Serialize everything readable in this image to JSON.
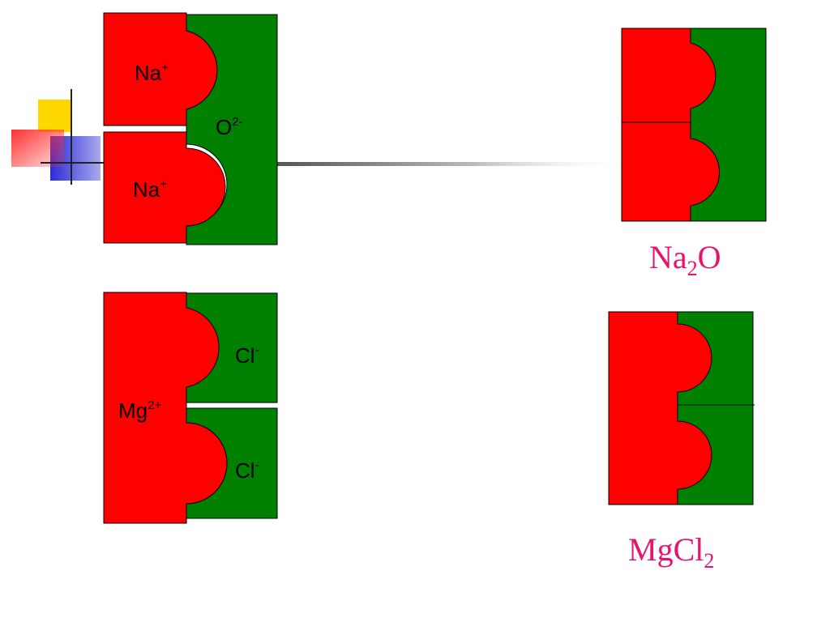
{
  "colors": {
    "cation": "#ff0000",
    "anion": "#008000",
    "formula": "#e8126f",
    "deco_yellow": "#ffd700",
    "deco_blue": "#2b2bd6",
    "deco_red": "#ff3030"
  },
  "decoration": {
    "icon": "slide-corner-squares-icon",
    "line": "horizontal-gradient-divider"
  },
  "na2o_puzzle": {
    "cation_top": {
      "symbol": "Na",
      "charge": "+"
    },
    "cation_bottom": {
      "symbol": "Na",
      "charge": "+"
    },
    "anion": {
      "symbol": "O",
      "charge": "2-"
    }
  },
  "mgcl2_puzzle": {
    "cation": {
      "symbol": "Mg",
      "charge": "2+"
    },
    "anion_top": {
      "symbol": "Cl",
      "charge": "-"
    },
    "anion_bottom": {
      "symbol": "Cl",
      "charge": "-"
    }
  },
  "na2o_formula": {
    "part1": "Na",
    "sub1": "2",
    "part2": "O"
  },
  "mgcl2_formula": {
    "part1": "MgCl",
    "sub1": "2"
  }
}
